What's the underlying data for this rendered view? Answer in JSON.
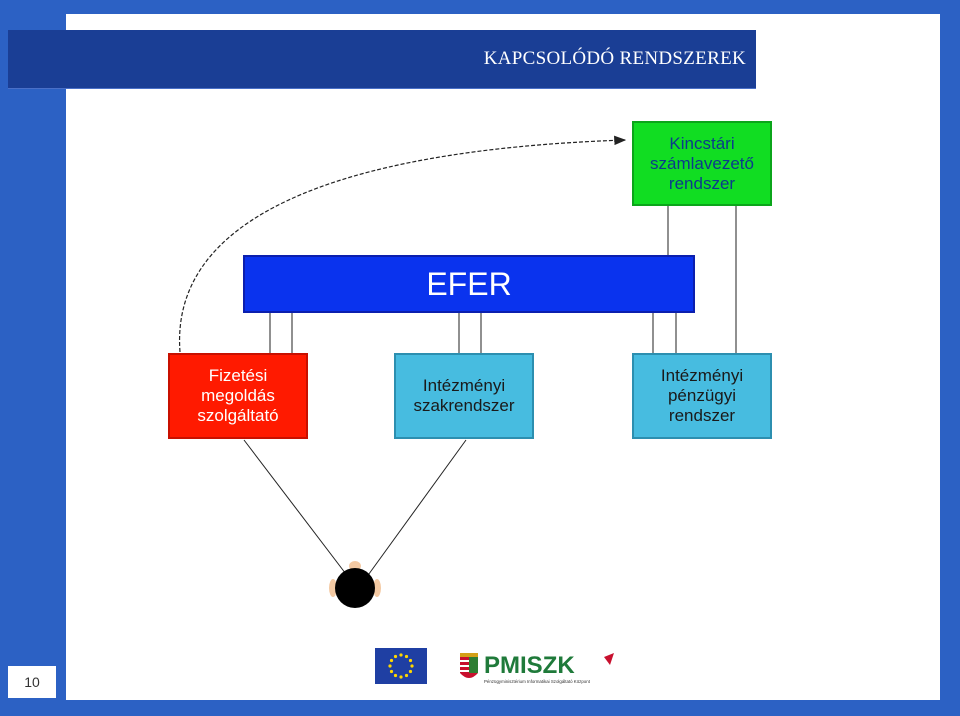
{
  "slide": {
    "title": "KAPCSOLÓDÓ RENDSZEREK",
    "page_number": "10"
  },
  "diagram": {
    "nodes": {
      "kincstari": {
        "label": "Kincstári\nszámlavezető\nrendszer",
        "color": "#11dd22"
      },
      "efer": {
        "label": "EFER",
        "color": "#0a33ee"
      },
      "fizetesi": {
        "label": "Fizetési\nmegoldás\nszolgáltató",
        "color": "#ff1a00"
      },
      "szakrendszer": {
        "label": "Intézményi\nszakrendszer",
        "color": "#47bce0"
      },
      "penzugyi": {
        "label": "Intézményi\npénzügyi\nrendszer",
        "color": "#47bce0"
      }
    },
    "user_icon": "person-head-icon"
  },
  "footer": {
    "logo_eu": "eu-flag-icon",
    "logo_pmiszk": "PMISZK",
    "logo_pmiszk_subtitle": "Pénzügyminisztérium Informatikai Szolgáltató Központ"
  },
  "colors": {
    "frame": "#2c61c4",
    "title_bar": "#1a3e95"
  }
}
